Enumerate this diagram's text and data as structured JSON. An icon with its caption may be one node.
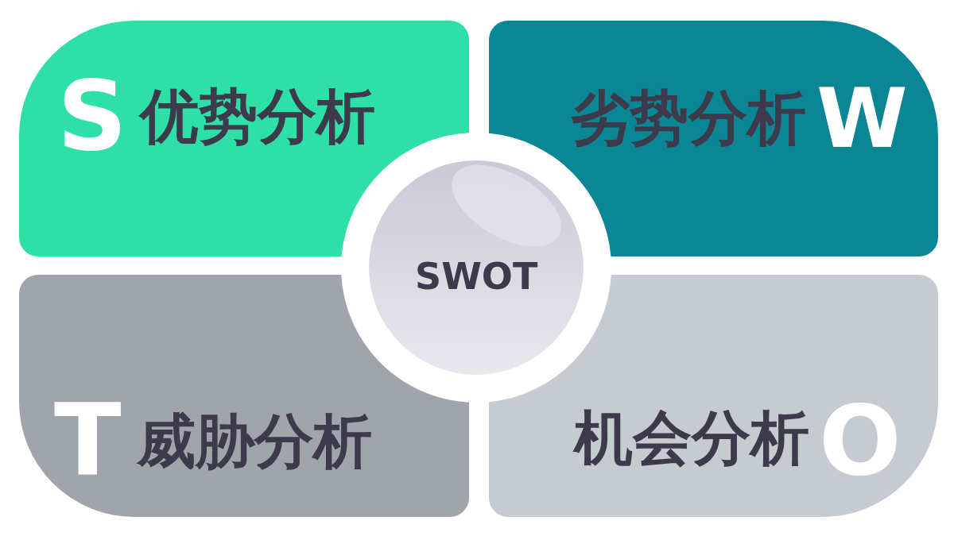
{
  "diagram": {
    "nodes": [
      {
        "text": [
          "S",
          "优势分析"
        ]
      },
      {
        "text": [
          "劣势分析",
          "W"
        ]
      },
      {
        "text": [
          "SWOT"
        ]
      },
      {
        "text": [
          "T",
          "威胁分析"
        ]
      },
      {
        "text": [
          "机会分析",
          "O"
        ]
      }
    ]
  }
}
